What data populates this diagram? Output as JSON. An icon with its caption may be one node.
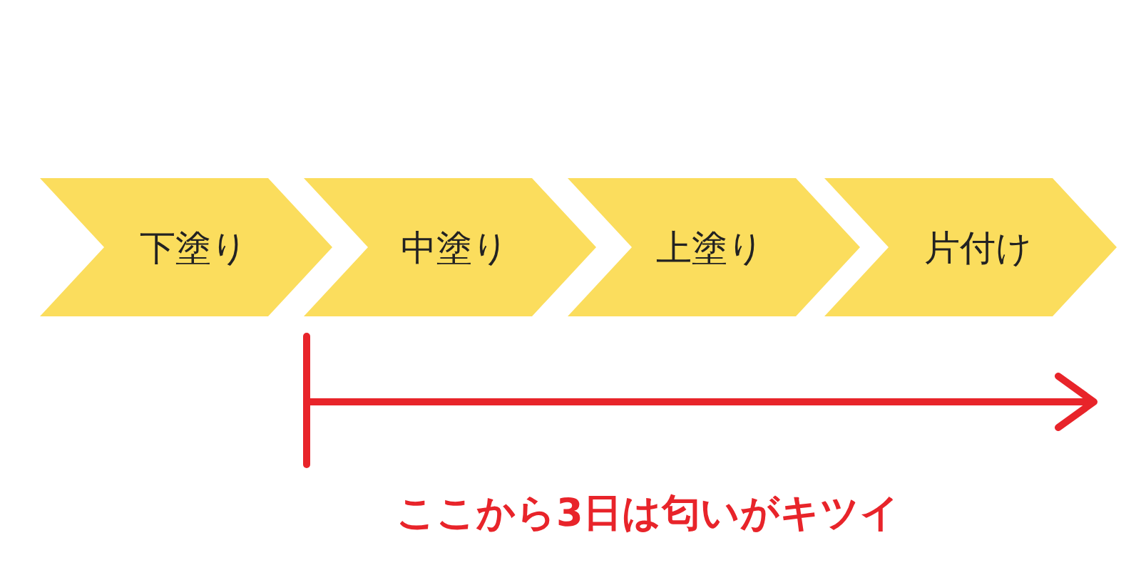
{
  "diagram": {
    "nodes": [
      {
        "text": [
          "下塗り"
        ]
      },
      {
        "text": [
          "中塗り"
        ]
      },
      {
        "text": [
          "上塗り"
        ]
      },
      {
        "text": [
          "片付け"
        ]
      }
    ],
    "labels": [
      "ここから3日は匂いがキツイ"
    ]
  }
}
